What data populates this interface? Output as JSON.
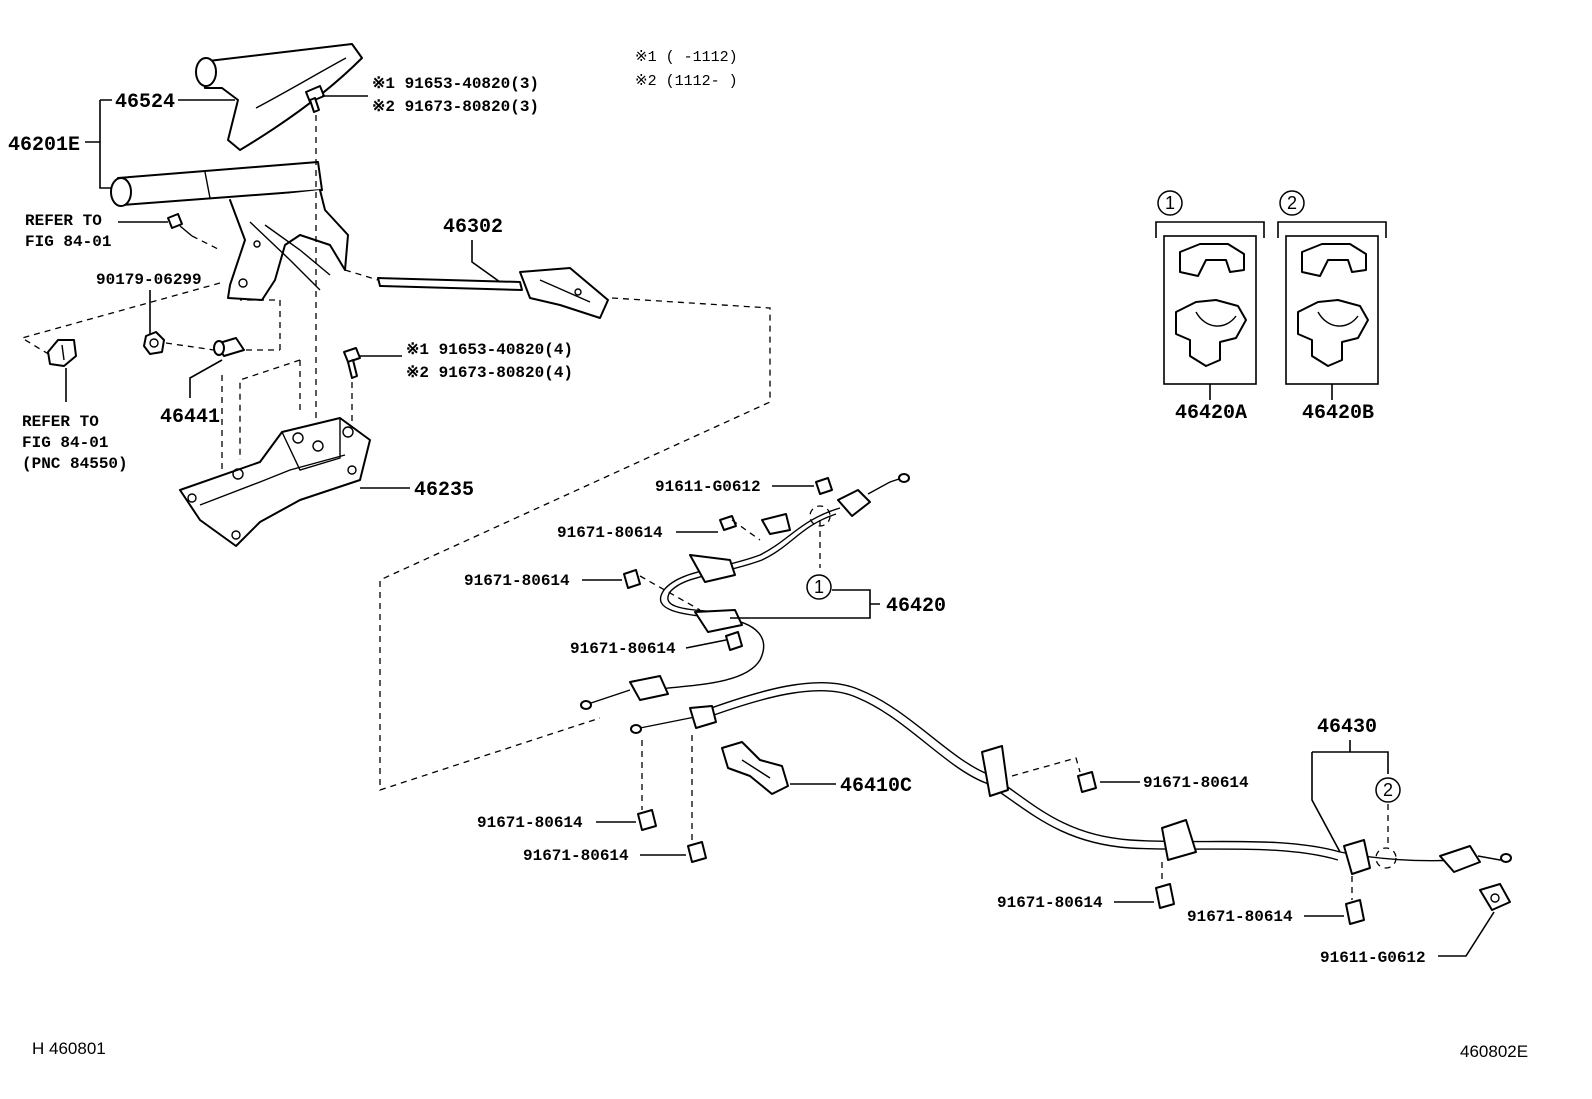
{
  "legend": {
    "line1": "※1 (     -1112)",
    "line2": "※2 (1112-     )"
  },
  "callouts": {
    "c_46524": "46524",
    "c_46201E": "46201E",
    "c_bolt_top_1": "※1 91653-40820(3)",
    "c_bolt_top_2": "※2 91673-80820(3)",
    "c_refer1_a": "REFER TO",
    "c_refer1_b": "FIG 84-01",
    "c_90179": "90179-06299",
    "c_refer2_a": "REFER TO",
    "c_refer2_b": "FIG 84-01",
    "c_refer2_c": "(PNC 84550)",
    "c_46441": "46441",
    "c_46302": "46302",
    "c_bolt_mid_1": "※1 91653-40820(4)",
    "c_bolt_mid_2": "※2 91673-80820(4)",
    "c_46235": "46235",
    "c_91611_a": "91611-G0612",
    "c_91671_a": "91671-80614",
    "c_91671_b": "91671-80614",
    "c_46420": "46420",
    "c_91671_c": "91671-80614",
    "c_46410C": "46410C",
    "c_91671_d": "91671-80614",
    "c_91671_e": "91671-80614",
    "c_46430": "46430",
    "c_91671_f": "91671-80614",
    "c_91671_g": "91671-80614",
    "c_91671_h": "91671-80614",
    "c_91611_b": "91611-G0612",
    "c_46420A": "46420A",
    "c_46420B": "46420B"
  },
  "markers": {
    "one": "1",
    "two": "2"
  },
  "footer": {
    "left": "H  460801",
    "right": "460802E"
  }
}
